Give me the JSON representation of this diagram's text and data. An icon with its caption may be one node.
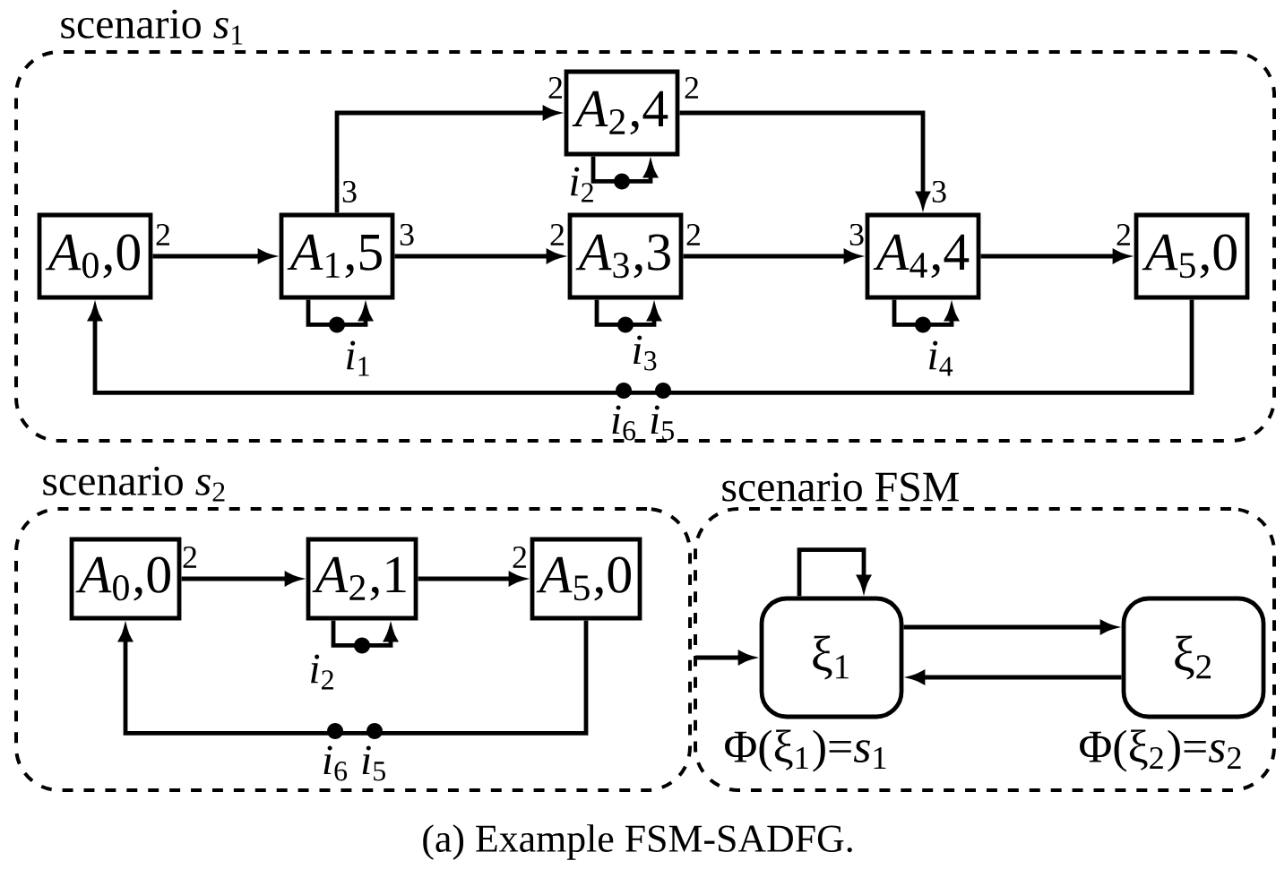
{
  "diagram": {
    "caption": "(a) Example FSM-SADFG.",
    "nodes": [
      {
        "text": [
          "scenario *s*$_{1}$"
        ]
      },
      {
        "text": [
          "*A*$_{0}$,0"
        ],
        "in": 0
      },
      {
        "text": [
          "*A*$_{1}$,5"
        ],
        "in": 0
      },
      {
        "text": [
          "*A*$_{2}$,4"
        ],
        "in": 0
      },
      {
        "text": [
          "*A*$_{3}$,3"
        ],
        "in": 0
      },
      {
        "text": [
          "*A*$_{4}$,4"
        ],
        "in": 0
      },
      {
        "text": [
          "*A*$_{5}$,0"
        ],
        "in": 0
      },
      {
        "text": [
          "scenario *s*$_{2}$"
        ]
      },
      {
        "text": [
          "*A*$_{0}$,0"
        ],
        "in": 7
      },
      {
        "text": [
          "*A*$_{2}$,1"
        ],
        "in": 7
      },
      {
        "text": [
          "*A*$_{5}$,0"
        ],
        "in": 7
      },
      {
        "text": [
          "scenario FSM"
        ]
      },
      {
        "text": [
          "ξ$_{1}$"
        ],
        "in": 11,
        "beside": [
          "Φ(ξ$_{1}$)=*s*$_{1}$"
        ]
      },
      {
        "text": [
          "ξ$_{2}$"
        ],
        "in": 11,
        "beside": [
          "Φ(ξ$_{2}$)=*s*$_{2}$"
        ]
      }
    ],
    "edges": [
      {
        "from": 1,
        "to": 2,
        "arrow": "to"
      },
      {
        "from": 2,
        "to": 3,
        "arrow": "to"
      },
      {
        "from": 2,
        "to": 4,
        "arrow": "to"
      },
      {
        "from": 3,
        "to": 5,
        "arrow": "to"
      },
      {
        "from": 4,
        "to": 5,
        "arrow": "to"
      },
      {
        "from": 5,
        "to": 6,
        "arrow": "to"
      },
      {
        "from": 6,
        "to": 1,
        "arrow": "to",
        "label": "*i*$_{6}$ *i*$_{5}$"
      },
      {
        "from": 2,
        "to": 2,
        "arrow": "to",
        "label": "*i*$_{1}$"
      },
      {
        "from": 3,
        "to": 3,
        "arrow": "to",
        "label": "*i*$_{2}$"
      },
      {
        "from": 4,
        "to": 4,
        "arrow": "to",
        "label": "*i*$_{3}$"
      },
      {
        "from": 5,
        "to": 5,
        "arrow": "to",
        "label": "*i*$_{4}$"
      },
      {
        "from": 8,
        "to": 9,
        "arrow": "to"
      },
      {
        "from": 9,
        "to": 10,
        "arrow": "to"
      },
      {
        "from": 10,
        "to": 8,
        "arrow": "to",
        "label": "*i*$_{6}$ *i*$_{5}$"
      },
      {
        "from": 9,
        "to": 9,
        "arrow": "to",
        "label": "*i*$_{2}$"
      },
      {
        "from": null,
        "to": 12,
        "arrow": "to"
      },
      {
        "from": 12,
        "to": 12,
        "arrow": "to"
      },
      {
        "from": 12,
        "to": 13,
        "arrow": "to"
      },
      {
        "from": 13,
        "to": 12,
        "arrow": "to"
      }
    ],
    "labels": [
      "2",
      "2",
      "3",
      "3",
      "2",
      "3",
      "2",
      "2",
      "3",
      "2",
      "2",
      "2"
    ]
  }
}
